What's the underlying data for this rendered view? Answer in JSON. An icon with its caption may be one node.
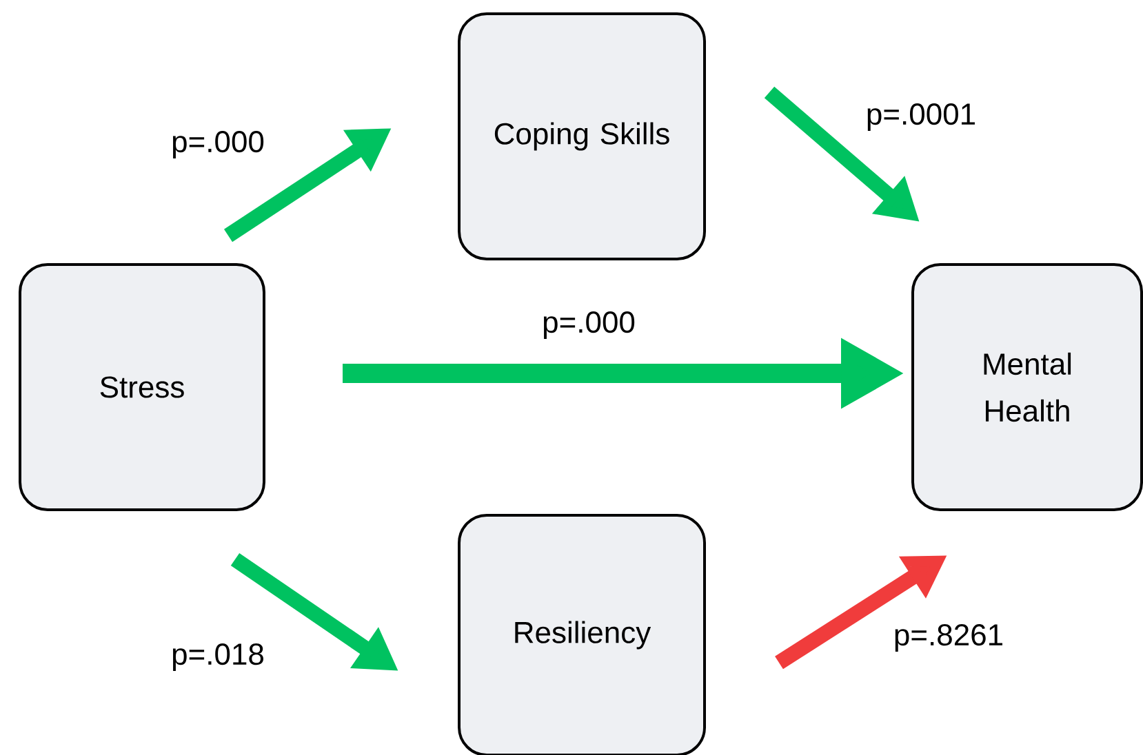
{
  "diagram": {
    "nodes": [
      {
        "text": [
          "Stress"
        ]
      },
      {
        "text": [
          "Coping Skills"
        ]
      },
      {
        "text": [
          "Mental Health"
        ]
      },
      {
        "text": [
          "Resiliency"
        ]
      }
    ],
    "edges": [
      {
        "from": 0,
        "to": 1,
        "arrow": "to",
        "label": "p=.000"
      },
      {
        "from": 1,
        "to": 2,
        "arrow": "to",
        "label": "p=.0001"
      },
      {
        "from": 0,
        "to": 2,
        "arrow": "to",
        "label": "p=.000"
      },
      {
        "from": 0,
        "to": 3,
        "arrow": "to",
        "label": "p=.018"
      },
      {
        "from": 3,
        "to": 2,
        "arrow": "to",
        "label": "p=.8261",
        "color": "#f03c3c"
      }
    ]
  }
}
